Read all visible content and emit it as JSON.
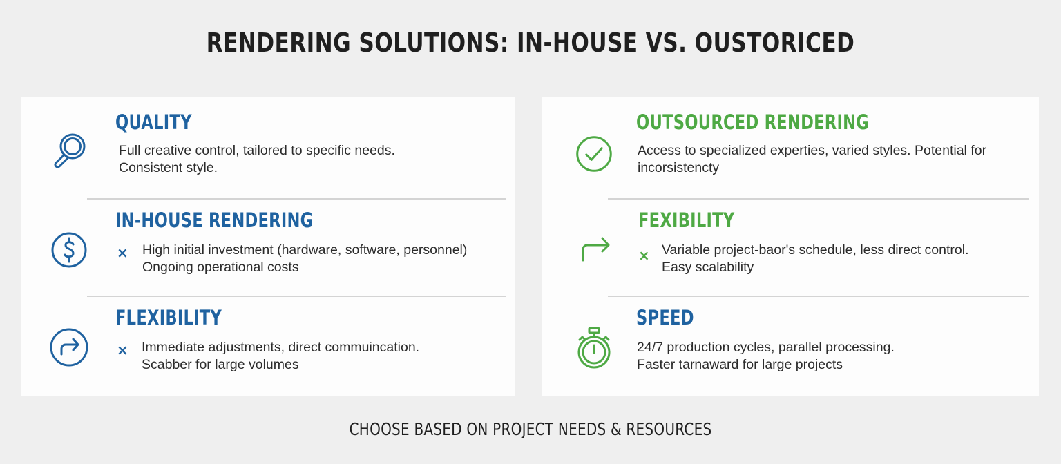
{
  "title": "RENDERING SOLUTIONS: IN-HOUSE VS. OUSTORICED",
  "colors": {
    "blue": "#1f62a0",
    "green": "#4ea944",
    "background": "#efefef",
    "card": "#fdfdfd",
    "divider": "#d4d4d4"
  },
  "left_panel": {
    "sections": [
      {
        "icon": "magnifier-icon",
        "heading": "QUALITY",
        "heading_color": "blue",
        "has_x_marker": false,
        "lines": [
          "Full creative control, tailored to specific needs.",
          "Consistent style."
        ]
      },
      {
        "icon": "dollar-circle-icon",
        "heading": "IN-HOUSE RENDERING",
        "heading_color": "blue",
        "has_x_marker": true,
        "marker": "×",
        "lines": [
          "High initial investment (hardware, software, personnel)",
          "Ongoing operational costs"
        ]
      },
      {
        "icon": "redirect-arrow-circle-icon",
        "heading": "FLEXIBILITY",
        "heading_color": "blue",
        "has_x_marker": true,
        "marker": "×",
        "lines": [
          "Immediate adjustments, direct commuincation.",
          "Scabber for large volumes"
        ]
      }
    ]
  },
  "right_panel": {
    "sections": [
      {
        "icon": "check-circle-icon",
        "heading": "OUTSOURCED RENDERING",
        "heading_color": "green",
        "has_x_marker": false,
        "lines": [
          "Access to specialized experties, varied styles. Potential for",
          "incorsistencty"
        ]
      },
      {
        "icon": "redirect-arrow-icon",
        "heading": "FEXIBILITY",
        "heading_color": "green",
        "has_x_marker": true,
        "marker": "×",
        "lines": [
          "Variable project-baor's schedule, less direct control.",
          "Easy scalability"
        ]
      },
      {
        "icon": "stopwatch-icon",
        "heading": "SPEED",
        "heading_color": "blue",
        "has_x_marker": false,
        "lines": [
          "24/7 production cycles, parallel processing.",
          "Faster tarnaward for large projects"
        ]
      }
    ]
  },
  "footer": "CHOOSE BASED ON PROJECT NEEDS & RESOURCES"
}
